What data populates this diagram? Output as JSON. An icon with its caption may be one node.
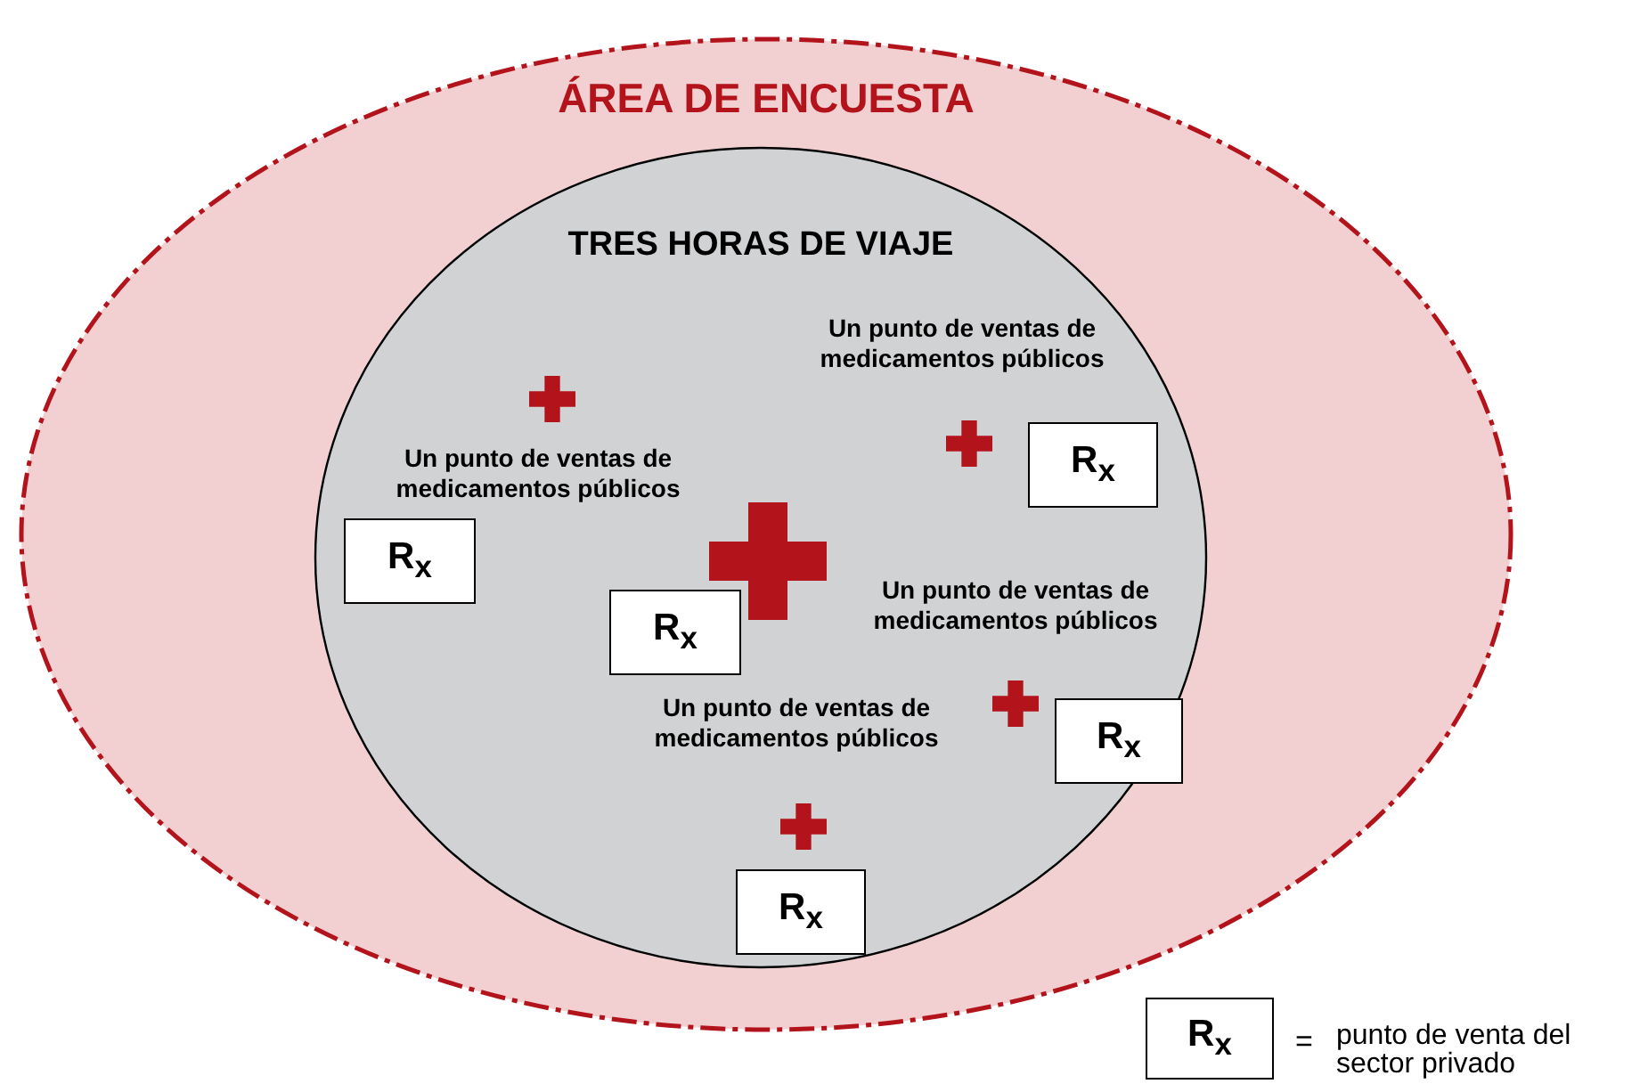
{
  "diagram": {
    "nodes": [
      {
        "text": [
          "ÁREA DE ENCUESTA"
        ]
      },
      {
        "text": [
          "TRES HORAS DE VIAJE"
        ],
        "in": 0
      },
      {
        "text": [
          "R$_{x}$"
        ],
        "in": 1
      },
      {
        "text": [
          "R$_{x}$"
        ],
        "in": 1
      },
      {
        "text": [
          "R$_{x}$"
        ],
        "in": 1
      },
      {
        "text": [
          "R$_{x}$"
        ],
        "in": 1
      },
      {
        "text": [
          "R$_{x}$"
        ],
        "in": 1
      },
      {
        "text": [
          "R$_{x}$"
        ]
      }
    ],
    "edges": [],
    "labels": [
      "Un punto de ventas de medicamentos públicos",
      "Un punto de ventas de medicamentos públicos",
      "Un punto de ventas de medicamentos públicos",
      "Un punto de ventas de medicamentos públicos",
      "="
    ],
    "legend": [
      {
        "text": "punto de venta del sector privado"
      }
    ]
  }
}
